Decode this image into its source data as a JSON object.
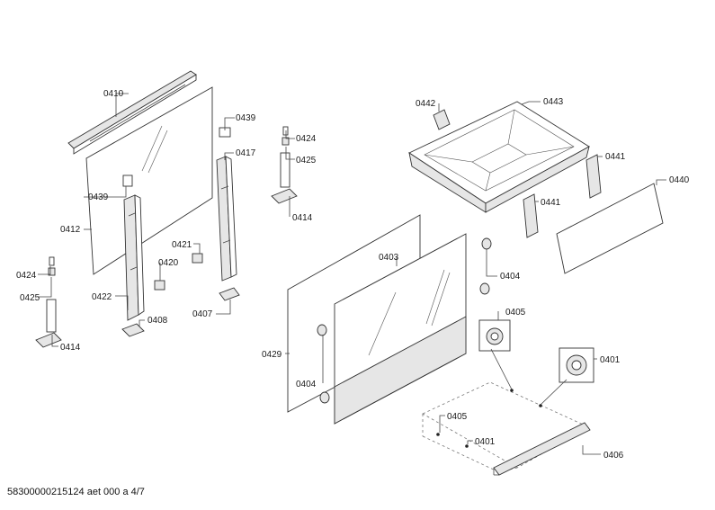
{
  "document_id": "58300000215124 aet 000 a 4/7",
  "part_labels": {
    "p0410": "0410",
    "p0439a": "0439",
    "p0439b": "0439",
    "p0417": "0417",
    "p0424a": "0424",
    "p0425a": "0425",
    "p0414a": "0414",
    "p0412": "0412",
    "p0421": "0421",
    "p0420": "0420",
    "p0424b": "0424",
    "p0425b": "0425",
    "p0422": "0422",
    "p0408": "0408",
    "p0407": "0407",
    "p0414b": "0414",
    "p0442": "0442",
    "p0443": "0443",
    "p0441a": "0441",
    "p0441b": "0441",
    "p0440": "0440",
    "p0403": "0403",
    "p0404a": "0404",
    "p0405a": "0405",
    "p0429": "0429",
    "p0404b": "0404",
    "p0401a": "0401",
    "p0405b": "0405",
    "p0401b": "0401",
    "p0406": "0406"
  }
}
